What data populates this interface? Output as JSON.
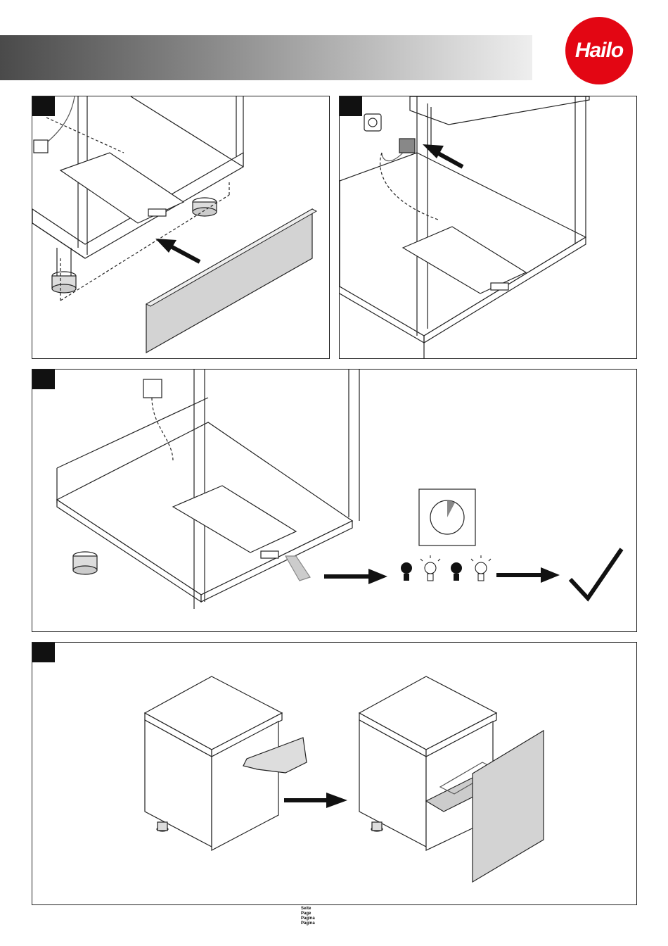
{
  "header": {
    "logo_text": "Hailo",
    "brand_color": "#e30613"
  },
  "steps": [
    {
      "number": ""
    },
    {
      "number": ""
    },
    {
      "number": ""
    },
    {
      "number": ""
    }
  ],
  "icons": [
    "arrow-icon",
    "plug-icon",
    "clock-icon",
    "bulb-on-icon",
    "bulb-off-icon",
    "checkmark-icon",
    "foot-icon"
  ],
  "footer": {
    "page_labels": [
      "Seite",
      "Page",
      "Pagina",
      "Página"
    ]
  }
}
